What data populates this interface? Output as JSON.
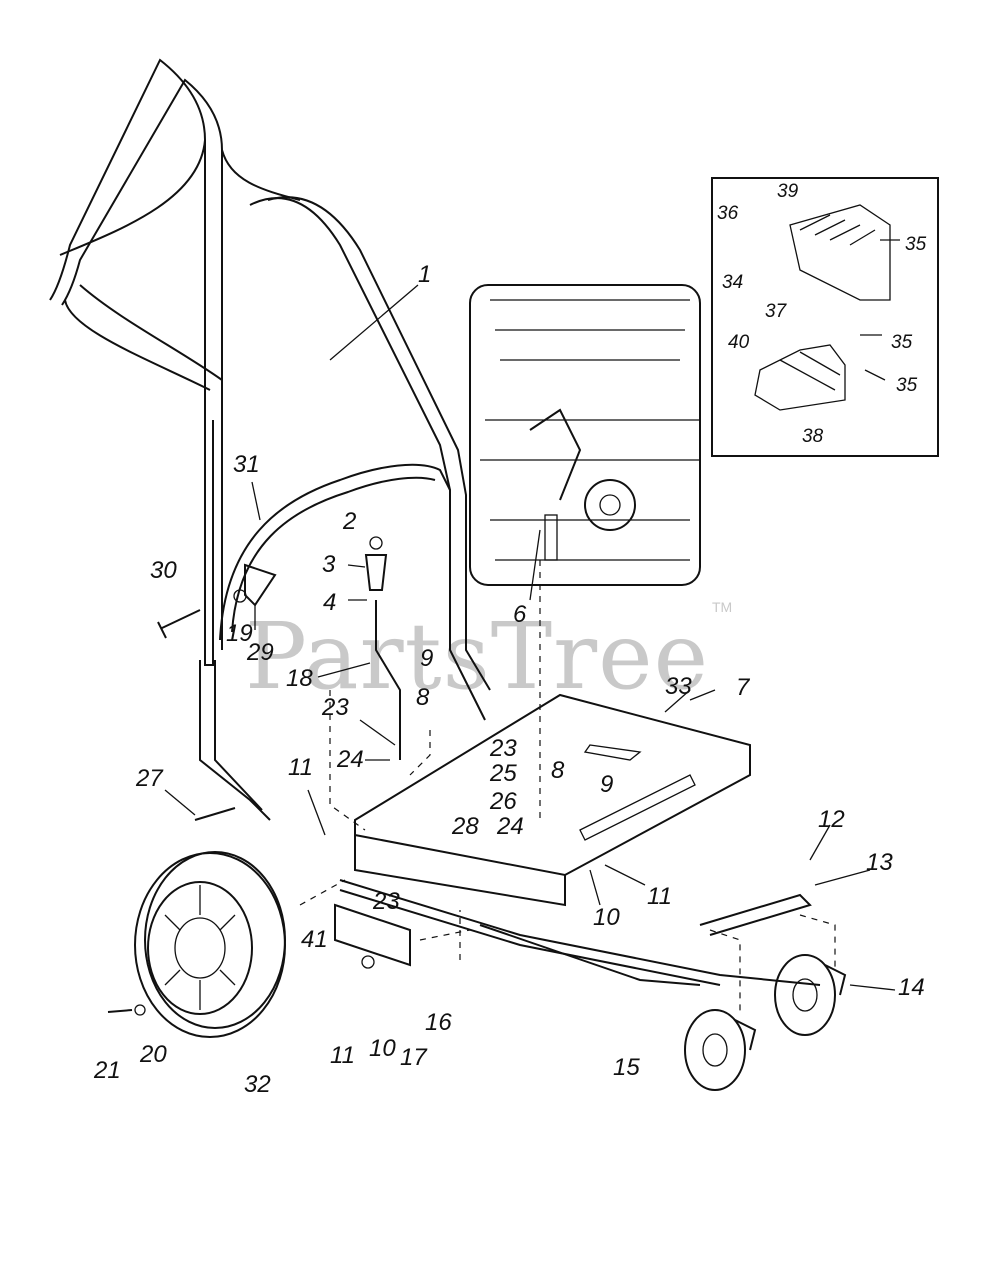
{
  "watermark": {
    "text": "PartsTree",
    "trademark": "TM"
  },
  "callouts": [
    "1",
    "2",
    "3",
    "4",
    "6",
    "7",
    "8",
    "8",
    "9",
    "9",
    "10",
    "10",
    "11",
    "11",
    "11",
    "12",
    "13",
    "14",
    "15",
    "16",
    "17",
    "18",
    "19",
    "20",
    "21",
    "23",
    "23",
    "23",
    "24",
    "24",
    "25",
    "26",
    "27",
    "28",
    "29",
    "30",
    "31",
    "32",
    "33",
    "41"
  ],
  "inset_callouts": [
    "34",
    "35",
    "35",
    "35",
    "36",
    "37",
    "38",
    "39",
    "40"
  ],
  "colors": {
    "ink": "#111111",
    "watermark": "#c9c9c9",
    "background": "#ffffff"
  }
}
